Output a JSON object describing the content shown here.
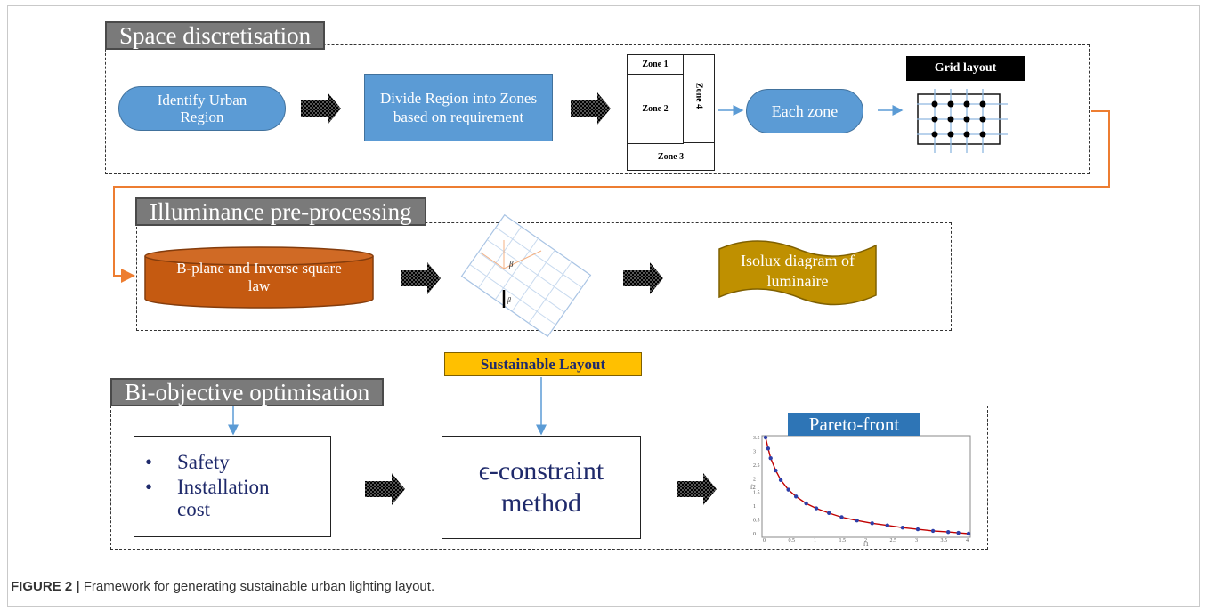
{
  "sections": {
    "space": {
      "title": "Space discretisation",
      "identify_label": "Identify Urban Region",
      "divide_label": "Divide Region into Zones based on requirement",
      "zones": [
        "Zone 1",
        "Zone 2",
        "Zone 3",
        "Zone 4"
      ],
      "each_zone_label": "Each zone",
      "grid_layout_label": "Grid layout"
    },
    "illuminance": {
      "title": "Illuminance pre-processing",
      "bplane_label": "B-plane and Inverse square law",
      "beta_label": "β",
      "isolux_label": "Isolux diagram of luminaire"
    },
    "optimisation": {
      "title": "Bi-objective optimisation",
      "sustainable_label": "Sustainable Layout",
      "objectives": [
        "Safety",
        "Installation cost"
      ],
      "method_label": "ϵ-constraint method",
      "pareto_label": "Pareto-front"
    }
  },
  "colors": {
    "blue_shape": "#5b9bd5",
    "blue_border": "#41719c",
    "orange_cylinder": "#c55a11",
    "gold_scroll": "#bf9000",
    "yellow_label": "#ffc000",
    "pareto_blue": "#2e75b6",
    "connector_orange": "#ed7d31",
    "dark_navy": "#1f2a6b"
  },
  "chart_data": {
    "type": "scatter",
    "title": "Pareto-front",
    "xlabel": "f1",
    "ylabel": "f2",
    "xlim": [
      0,
      4
    ],
    "ylim": [
      0,
      3.5
    ],
    "x_ticks": [
      "0",
      "0.5",
      "1",
      "1.5",
      "2",
      "2.5",
      "3",
      "3.5",
      "4"
    ],
    "y_ticks": [
      "0",
      "0.5",
      "1",
      "1.5",
      "2",
      "2.5",
      "3",
      "3.5"
    ],
    "x": [
      0.0,
      0.05,
      0.1,
      0.2,
      0.3,
      0.45,
      0.6,
      0.8,
      1.0,
      1.25,
      1.5,
      1.8,
      2.1,
      2.4,
      2.7,
      3.0,
      3.3,
      3.6,
      3.8,
      4.0
    ],
    "y": [
      3.5,
      3.1,
      2.75,
      2.3,
      1.95,
      1.6,
      1.35,
      1.1,
      0.92,
      0.75,
      0.6,
      0.48,
      0.38,
      0.3,
      0.22,
      0.16,
      0.1,
      0.06,
      0.03,
      0.0
    ]
  },
  "caption": {
    "label": "FIGURE 2 |",
    "text": "Framework for generating sustainable urban lighting layout."
  }
}
